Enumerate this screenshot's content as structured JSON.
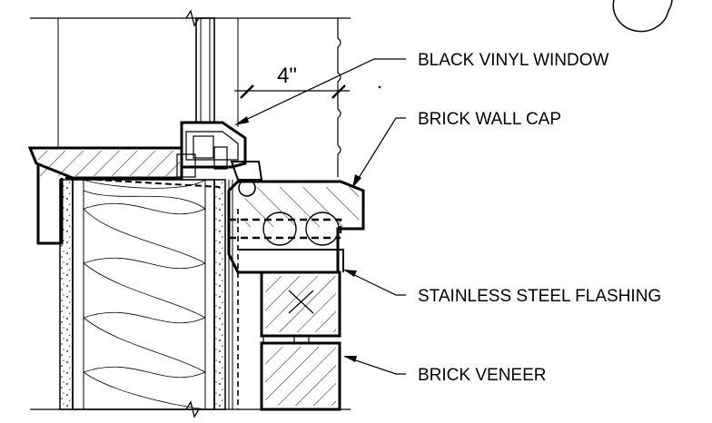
{
  "dimension": {
    "text": "4\""
  },
  "callouts": [
    {
      "id": "window",
      "text": "BLACK VINYL WINDOW"
    },
    {
      "id": "cap",
      "text": "BRICK WALL CAP"
    },
    {
      "id": "flashing",
      "text": "STAINLESS STEEL FLASHING"
    },
    {
      "id": "veneer",
      "text": "BRICK VENEER"
    }
  ]
}
